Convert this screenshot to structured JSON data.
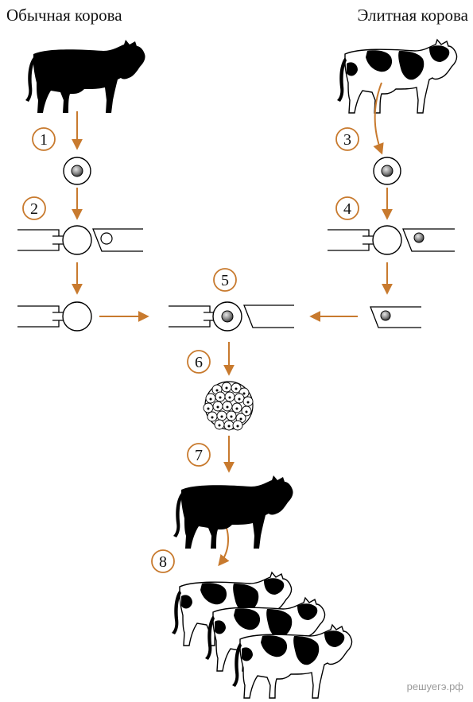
{
  "labels": {
    "ordinary_cow": "Обычная корова",
    "elite_cow": "Элитная корова"
  },
  "steps": [
    "1",
    "2",
    "3",
    "4",
    "5",
    "6",
    "7",
    "8"
  ],
  "watermark": "решуегэ.рф",
  "colors": {
    "arrow": "#c87a2e",
    "ink": "#111111",
    "cell_fill": "#ffffff",
    "nucleus": "#777777"
  },
  "icons": {
    "cow_solid": "black-cow-silhouette",
    "cow_spotted": "black-white-spotted-cow",
    "oocyte": "cell-with-nucleus",
    "micropipette": "holding-pipette",
    "blastocyst": "cell-cluster-embryo"
  }
}
